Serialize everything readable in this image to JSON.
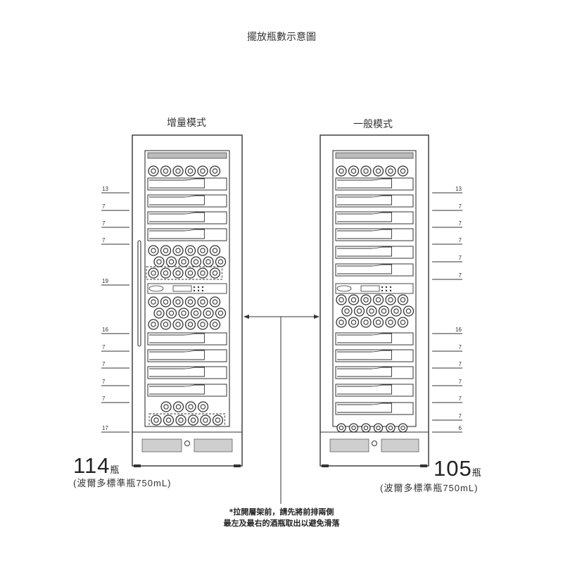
{
  "title": "擺放瓶數示意圖",
  "modes": {
    "left": {
      "label": "增量模式",
      "shelf_counts": [
        "13",
        "7",
        "7",
        "7",
        "19",
        "16",
        "7",
        "7",
        "7",
        "7",
        "17"
      ],
      "total": "114",
      "unit": "瓶",
      "standard": "(波爾多標準瓶750mL)"
    },
    "right": {
      "label": "一般模式",
      "shelf_counts": [
        "13",
        "7",
        "7",
        "7",
        "7",
        "7",
        "16",
        "7",
        "7",
        "7",
        "7",
        "7",
        "6"
      ],
      "total": "105",
      "unit": "瓶",
      "standard": "(波爾多標準瓶750mL)"
    }
  },
  "note": {
    "line1": "*拉開層架前，請先將前排兩側",
    "line2": "最左及最右的酒瓶取出以避免滑落"
  }
}
